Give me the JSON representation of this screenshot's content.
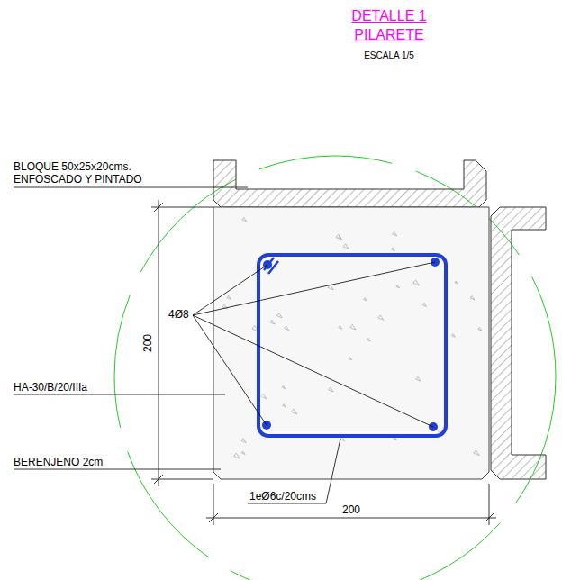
{
  "diagram": {
    "title": "DETALLE 1 PILARETE",
    "labels": [
      "ESCALA 1/5",
      "BLOQUE 50x25x20cms. ENFOSCADO Y PINTADO",
      "4Ø8",
      "200",
      "HA-30/B/20/IIIa",
      "BERENJENO 2cm",
      "1eØ6c/20cms",
      "200"
    ]
  }
}
